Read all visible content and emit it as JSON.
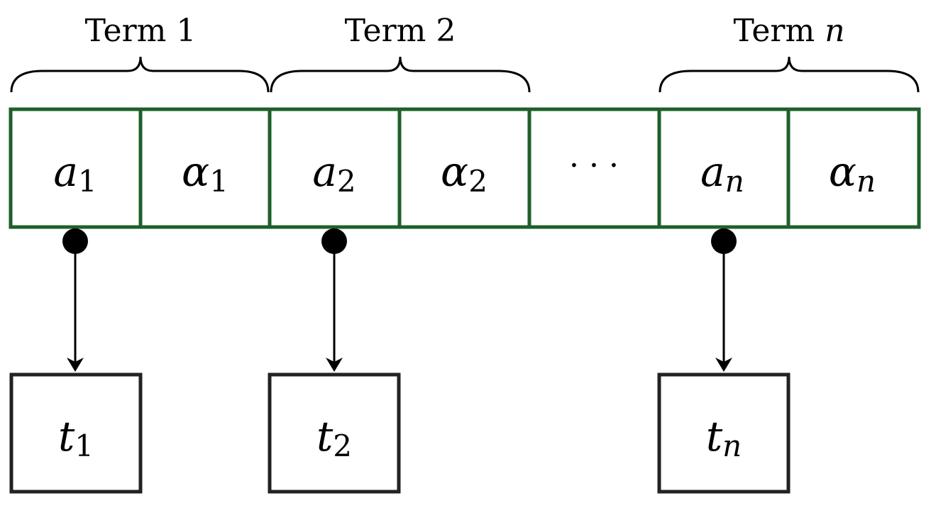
{
  "diagram": {
    "stroke_colors": {
      "cells": "#1f5f2a",
      "boxes": "#222222",
      "arrows": "#000000"
    },
    "groups": [
      {
        "label_prefix": "Term",
        "label_index": "1",
        "index_italic": false
      },
      {
        "label_prefix": "Term",
        "label_index": "2",
        "index_italic": false
      },
      {
        "label_prefix": "Term",
        "label_index": "n",
        "index_italic": true
      }
    ],
    "cells": [
      {
        "base": "a",
        "sub": "1",
        "sub_italic": false
      },
      {
        "base": "α",
        "sub": "1",
        "sub_italic": false
      },
      {
        "base": "a",
        "sub": "2",
        "sub_italic": false
      },
      {
        "base": "α",
        "sub": "2",
        "sub_italic": false
      },
      {
        "ellipsis": "· · ·"
      },
      {
        "base": "a",
        "sub": "n",
        "sub_italic": true
      },
      {
        "base": "α",
        "sub": "n",
        "sub_italic": true
      }
    ],
    "targets": [
      {
        "base": "t",
        "sub": "1",
        "sub_italic": false
      },
      {
        "base": "t",
        "sub": "2",
        "sub_italic": false
      },
      {
        "base": "t",
        "sub": "n",
        "sub_italic": true
      }
    ]
  }
}
